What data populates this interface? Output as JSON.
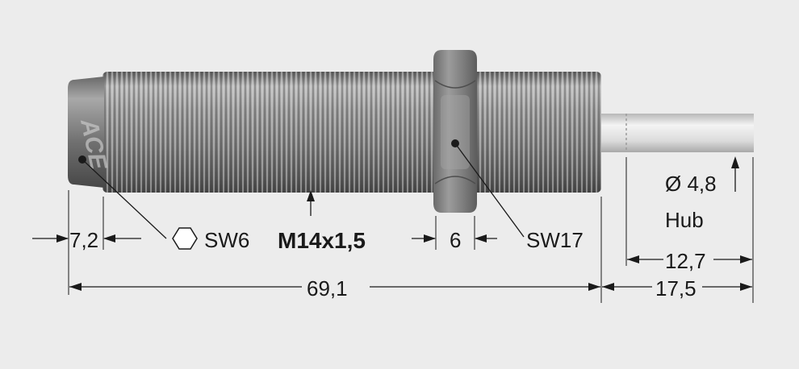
{
  "part": {
    "cap_logo": "ACE"
  },
  "labels": {
    "hex_cap": "SW6",
    "thread": "M14x1,5",
    "nut_width": "6",
    "nut_hex": "SW17",
    "cap_length": "7,2",
    "total_length": "69,1",
    "rod_diameter": "Ø 4,8",
    "stroke_word": "Hub",
    "stroke_value": "12,7",
    "rod_extension": "17,5"
  },
  "colors": {
    "background": "#ececec",
    "thread_body": "#8a8a8a",
    "nut": "#7d7d7d",
    "cap": "#7a7a7a",
    "rod": "#dcdcdc",
    "lines": "#1a1a1a"
  }
}
